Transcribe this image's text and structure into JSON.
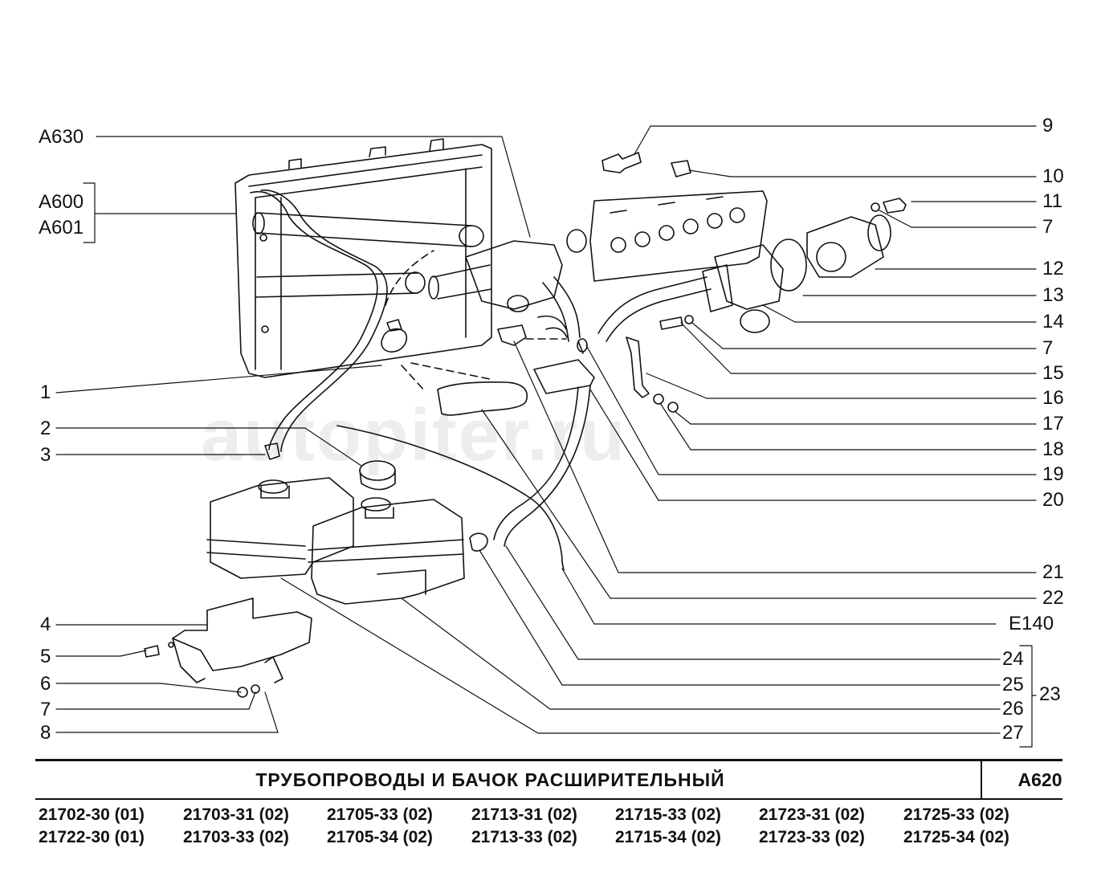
{
  "watermark": "autopiter.ru",
  "callouts_left": [
    {
      "id": "a630",
      "text": "A630"
    },
    {
      "id": "a600",
      "text": "A600"
    },
    {
      "id": "a601",
      "text": "A601"
    },
    {
      "id": "n1",
      "text": "1"
    },
    {
      "id": "n2",
      "text": "2"
    },
    {
      "id": "n3",
      "text": "3"
    },
    {
      "id": "n4",
      "text": "4"
    },
    {
      "id": "n5",
      "text": "5"
    },
    {
      "id": "n6",
      "text": "6"
    },
    {
      "id": "n7l",
      "text": "7"
    },
    {
      "id": "n8",
      "text": "8"
    }
  ],
  "callouts_right": [
    {
      "id": "n9",
      "text": "9"
    },
    {
      "id": "n10",
      "text": "10"
    },
    {
      "id": "n11",
      "text": "11"
    },
    {
      "id": "n7a",
      "text": "7"
    },
    {
      "id": "n12",
      "text": "12"
    },
    {
      "id": "n13",
      "text": "13"
    },
    {
      "id": "n14",
      "text": "14"
    },
    {
      "id": "n7b",
      "text": "7"
    },
    {
      "id": "n15",
      "text": "15"
    },
    {
      "id": "n16",
      "text": "16"
    },
    {
      "id": "n17",
      "text": "17"
    },
    {
      "id": "n18",
      "text": "18"
    },
    {
      "id": "n19",
      "text": "19"
    },
    {
      "id": "n20",
      "text": "20"
    },
    {
      "id": "n21",
      "text": "21"
    },
    {
      "id": "n22",
      "text": "22"
    },
    {
      "id": "e140",
      "text": "E140"
    },
    {
      "id": "n24",
      "text": "24"
    },
    {
      "id": "n25",
      "text": "25"
    },
    {
      "id": "n26",
      "text": "26"
    },
    {
      "id": "n27",
      "text": "27"
    },
    {
      "id": "n23",
      "text": "23"
    }
  ],
  "title": "ТРУБОПРОВОДЫ  И  БАЧОК  РАСШИРИТЕЛЬНЫЙ",
  "code": "A620",
  "models_row1": [
    "21702-30 (01)",
    "21703-31 (02)",
    "21705-33 (02)",
    "21713-31 (02)",
    "21715-33 (02)",
    "21723-31 (02)",
    "21725-33 (02)"
  ],
  "models_row2": [
    "21722-30 (01)",
    "21703-33 (02)",
    "21705-34 (02)",
    "21713-33 (02)",
    "21715-34 (02)",
    "21723-33 (02)",
    "21725-34 (02)"
  ]
}
